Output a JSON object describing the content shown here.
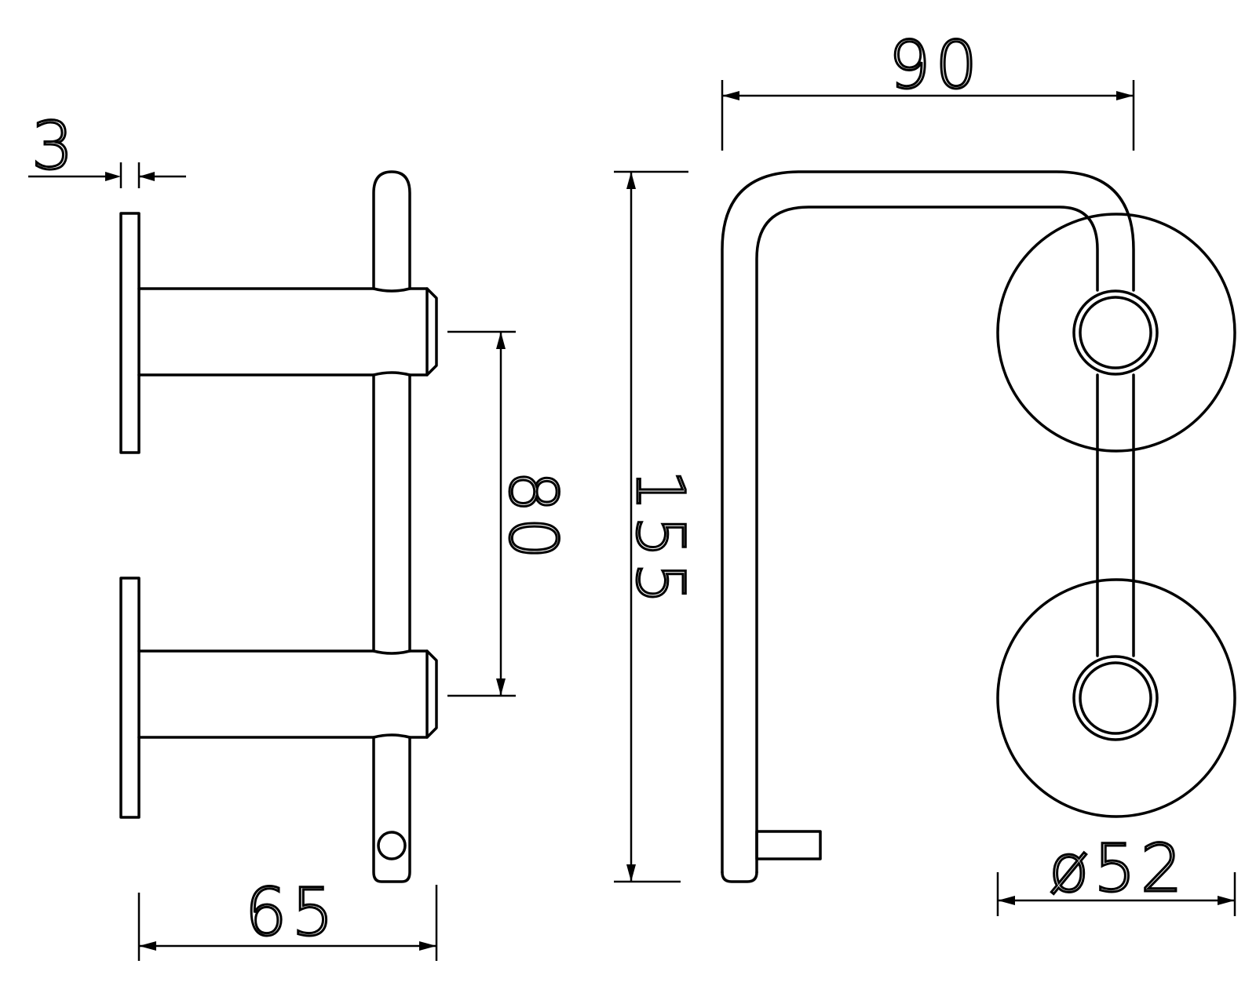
{
  "dimensions": {
    "flange_thickness": "3",
    "depth": "65",
    "post_spacing": "80",
    "height": "155",
    "width": "90",
    "rosette_diameter": "ø52"
  }
}
